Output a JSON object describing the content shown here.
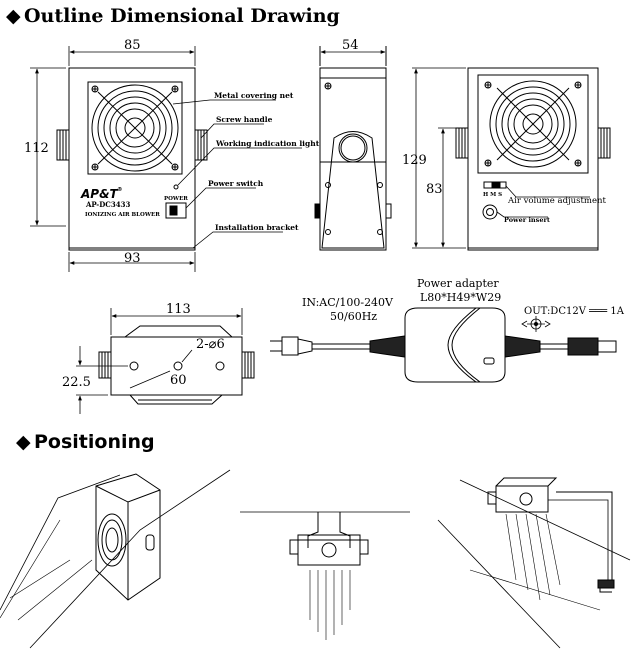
{
  "sections": {
    "outline_title": "Outline Dimensional Drawing",
    "positioning_title": "Positioning",
    "bullet": "◆"
  },
  "front_view": {
    "dim_width": "85",
    "dim_height": "112",
    "dim_base": "93",
    "brand": "AP&T",
    "brand_mark": "®",
    "model": "AP-DC3433",
    "subtitle": "IONIZING AIR BLOWER",
    "power_label": "POWER",
    "callouts": [
      "Metal covering net",
      "Screw handle",
      "Working indication light",
      "Power switch",
      "Installation bracket"
    ]
  },
  "side_view": {
    "dim_depth": "54"
  },
  "back_view": {
    "dim_total_height": "129",
    "dim_mount_height": "83",
    "switch_letters": "H M S",
    "air_volume_label": "Air volume adjustment",
    "power_insert_label": "Power insert"
  },
  "bottom_view": {
    "dim_width": "113",
    "dim_hole_spacing": "60",
    "dim_hole_offset": "22.5",
    "hole_spec": "2-⌀6"
  },
  "power_adapter": {
    "title": "Power adapter",
    "size": "L80*H49*W29",
    "input_line1": "IN:AC/100-240V",
    "input_line2": "50/60Hz",
    "output": "OUT:DC12V ═══ 1A"
  }
}
